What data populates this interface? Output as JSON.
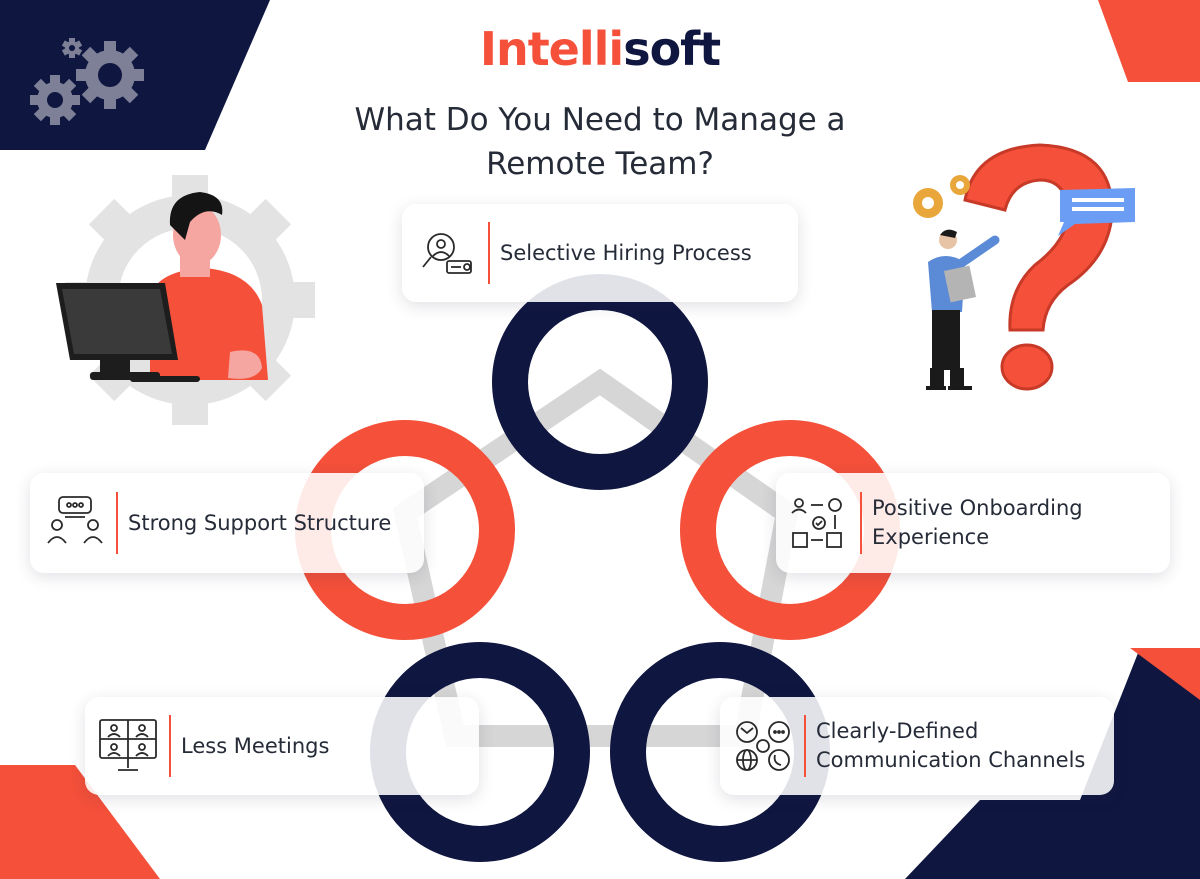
{
  "brand": {
    "part1": "Intelli",
    "part2": "soft"
  },
  "title": {
    "line1": "What Do You Need to Manage a",
    "line2": "Remote Team?"
  },
  "items": [
    {
      "label": "Selective Hiring Process",
      "icon": "recruitment-magnifier-icon"
    },
    {
      "label": "Strong Support Structure",
      "icon": "team-support-icon"
    },
    {
      "label": "Positive Onboarding",
      "label2": "Experience",
      "icon": "onboarding-workflow-icon"
    },
    {
      "label": "Less Meetings",
      "icon": "video-conference-icon"
    },
    {
      "label": "Clearly-Defined",
      "label2": "Communication Channels",
      "icon": "communication-channels-icon"
    }
  ],
  "illustrations": [
    "gears-icon",
    "person-at-computer",
    "person-with-question-mark"
  ],
  "colors": {
    "accent": "#f4503a",
    "navy": "#0f1640",
    "gray": "#d6d6d6",
    "text": "#262b38"
  }
}
